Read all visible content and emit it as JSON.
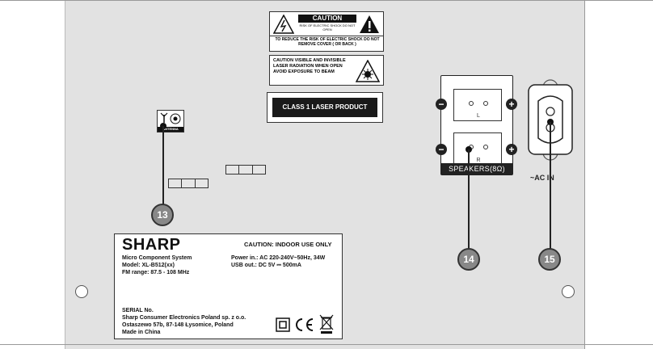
{
  "caution_label": {
    "title": "CAUTION",
    "subtitle": "RISK OF ELECTRIC SHOCK DO NOT OPEN",
    "warning": "TO REDUCE THE RISK OF ELECTRIC SHOCK DO NOT REMOVE COVER ( OR BACK )"
  },
  "laser_label": {
    "text": "CAUTION VISIBLE AND INVISIBLE LASER RADIATION WHEN OPEN AVOID EXPOSURE TO BEAM"
  },
  "class_label": {
    "text": "CLASS 1 LASER PRODUCT"
  },
  "antenna": {
    "tag": "ANTENNA"
  },
  "speakers": {
    "left_label": "L",
    "right_label": "R",
    "tag": "SPEAKERS(8Ω)"
  },
  "ac_in": {
    "label": "~AC IN"
  },
  "callouts": {
    "antenna": "13",
    "speakers": "14",
    "ac_in": "15"
  },
  "rating_plate": {
    "brand": "SHARP",
    "indoor": "CAUTION: INDOOR USE ONLY",
    "line1": "Micro Component System",
    "line2": "Model: XL-B512(xx)",
    "line3": "FM range: 87.5 - 108 MHz",
    "power": "Power in.: AC 220-240V~50Hz, 34W",
    "usb": "USB out.: DC 5V ⎓ 500mA",
    "serial": "SERIAL No.",
    "maker": "Sharp Consumer Electronics Poland sp. z o.o.",
    "address": "Ostaszewo 57b, 87-148 Łysomice, Poland",
    "origin": "Made in China"
  }
}
